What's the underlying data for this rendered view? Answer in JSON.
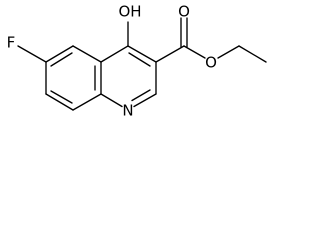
{
  "structure": {
    "atoms": {
      "hydroxyl": "OH",
      "fluorine": "F",
      "nitrogen": "N",
      "carbonyl_oxygen": "O",
      "ester_oxygen": "O"
    },
    "line_color": "#000000",
    "background": "#ffffff"
  }
}
